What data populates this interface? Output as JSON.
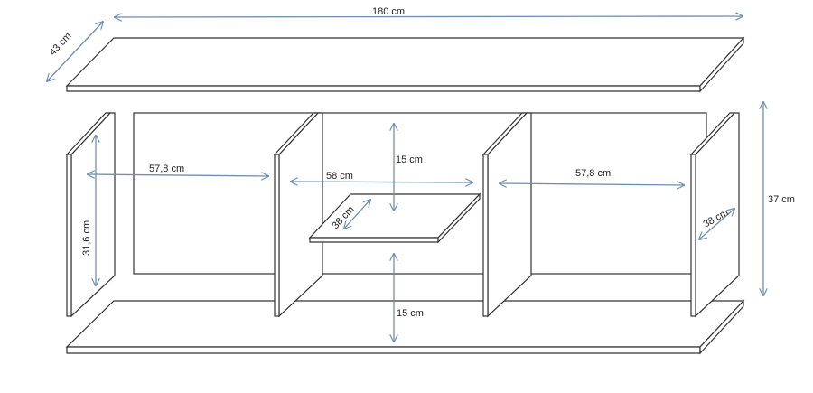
{
  "title": "Furniture dimension diagram",
  "dimensions": {
    "width": "180 cm",
    "depth": "43 cm",
    "left_compartment_width": "57,8 cm",
    "middle_compartment_width": "58 cm",
    "upper_gap_height": "15 cm",
    "shelf_depth": "38 cm",
    "lower_gap_height": "15 cm",
    "right_compartment_width": "57,8 cm",
    "inner_height": "31,6 cm",
    "side_depth": "38 cm",
    "total_height": "37 cm"
  },
  "colors": {
    "dimension_line": "#6f8fb0",
    "outline": "#333333"
  }
}
